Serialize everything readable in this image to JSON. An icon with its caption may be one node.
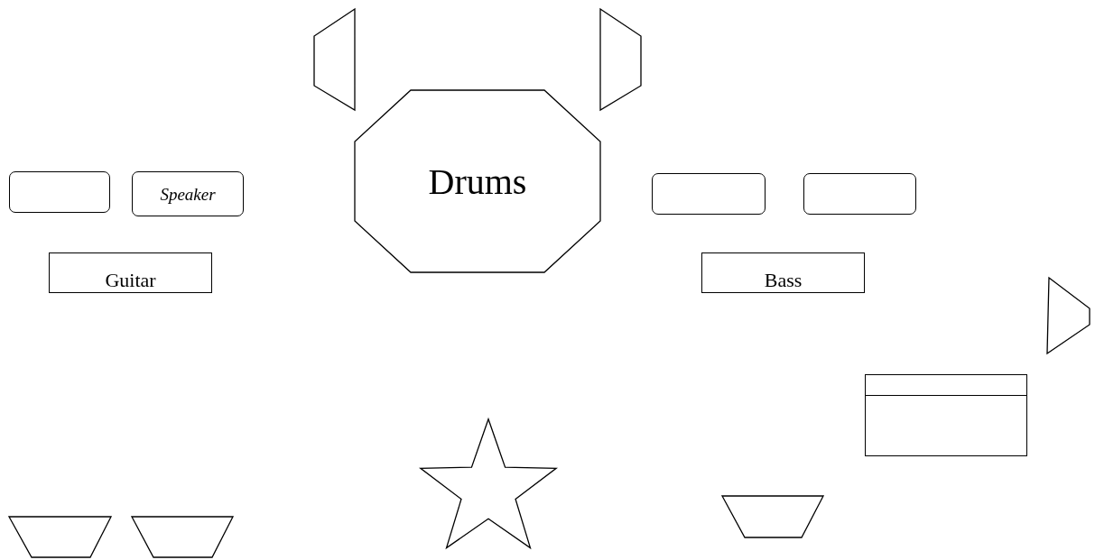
{
  "diagram": {
    "nodes": [
      {
        "text": [],
        "shape": "trapezoid"
      },
      {
        "text": [],
        "shape": "trapezoid"
      },
      {
        "text": [
          "Drums"
        ]
      },
      {
        "text": [],
        "shape": "box"
      },
      {
        "text": [
          "Speaker"
        ]
      },
      {
        "text": [],
        "shape": "box"
      },
      {
        "text": [],
        "shape": "box"
      },
      {
        "text": [
          "Guitar"
        ]
      },
      {
        "text": [
          "Bass"
        ]
      },
      {
        "text": [],
        "shape": "trapezoid"
      },
      {
        "text": [],
        "shape": "box"
      },
      {
        "text": [],
        "shape": "star"
      },
      {
        "text": [],
        "shape": "trapezoid"
      },
      {
        "text": [],
        "shape": "trapezoid"
      },
      {
        "text": [],
        "shape": "trapezoid"
      }
    ]
  }
}
